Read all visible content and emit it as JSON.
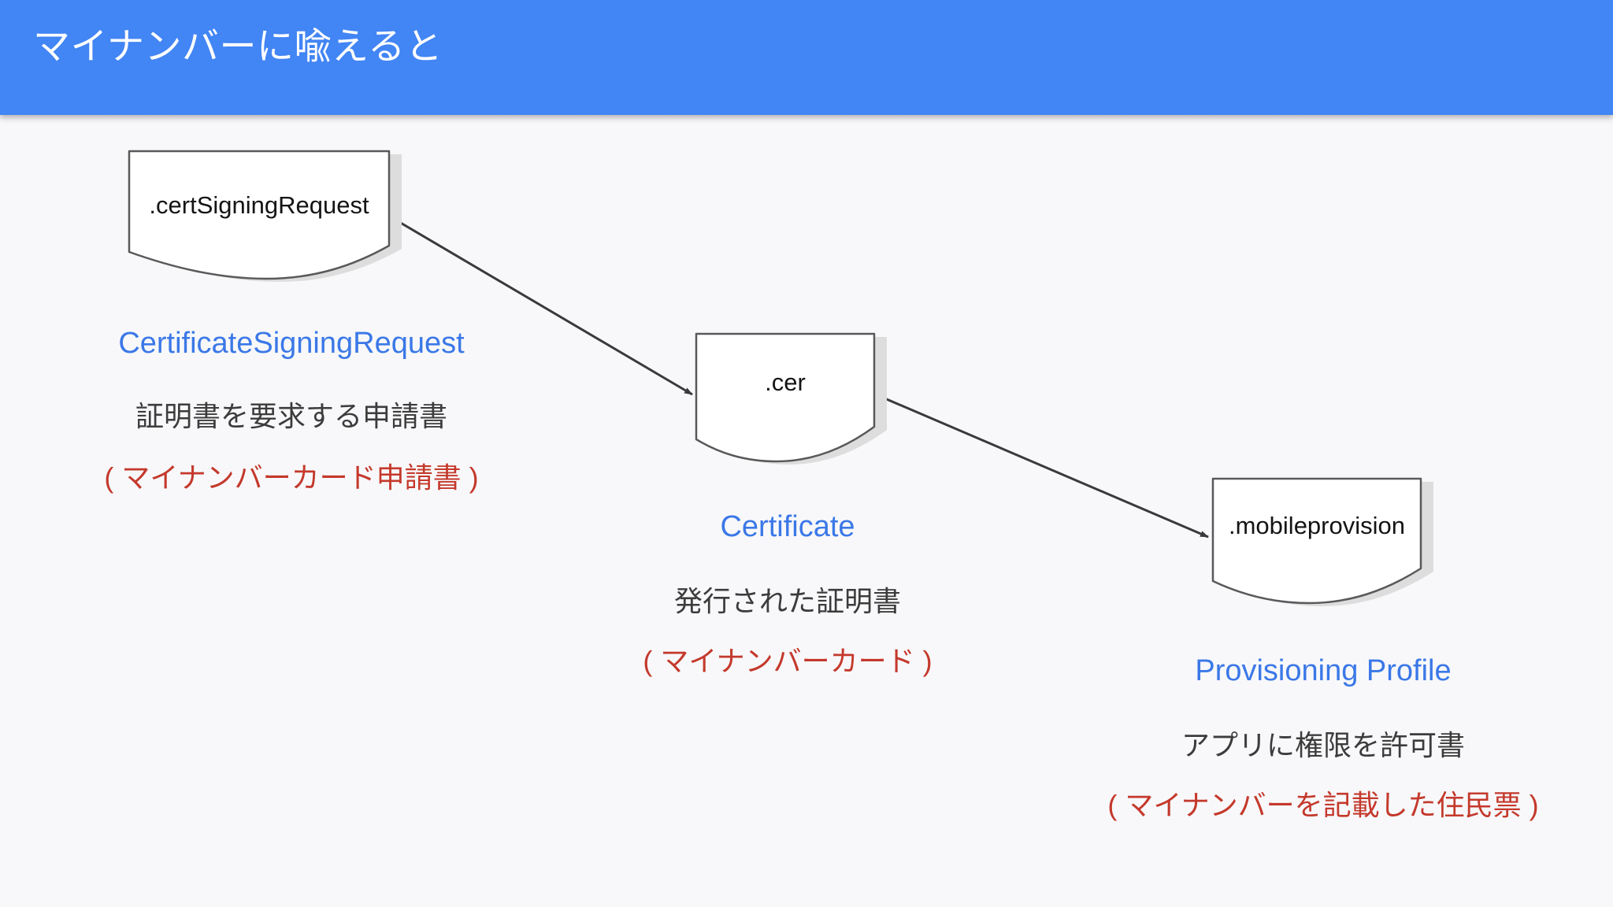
{
  "header": {
    "title": "マイナンバーに喩えると",
    "background_color": "#4285f4",
    "text_color": "#ffffff"
  },
  "canvas": {
    "background_color": "#f7f7f9"
  },
  "palette": {
    "blue_label": "#3b78e7",
    "red_label": "#c4392c",
    "dark_text": "#3c3c3c",
    "shape_border": "#595959",
    "shape_fill": "#ffffff",
    "shape_shadow": "#d9d9d9",
    "arrow": "#3a3a3a"
  },
  "nodes": [
    {
      "id": "csr",
      "doc_label": ".certSigningRequest",
      "title": "CertificateSigningRequest",
      "description_jp": "証明書を要求する申請書",
      "analogy_jp": "( マイナンバーカード申請書 )"
    },
    {
      "id": "cer",
      "doc_label": ".cer",
      "title": "Certificate",
      "description_jp": "発行された証明書",
      "analogy_jp": "( マイナンバーカード )"
    },
    {
      "id": "profile",
      "doc_label": ".mobileprovision",
      "title": "Provisioning Profile",
      "description_jp": "アプリに権限を許可書",
      "analogy_jp": "( マイナンバーを記載した住民票 )"
    }
  ],
  "connectors": [
    {
      "from": "csr",
      "to": "cer"
    },
    {
      "from": "cer",
      "to": "profile"
    }
  ]
}
